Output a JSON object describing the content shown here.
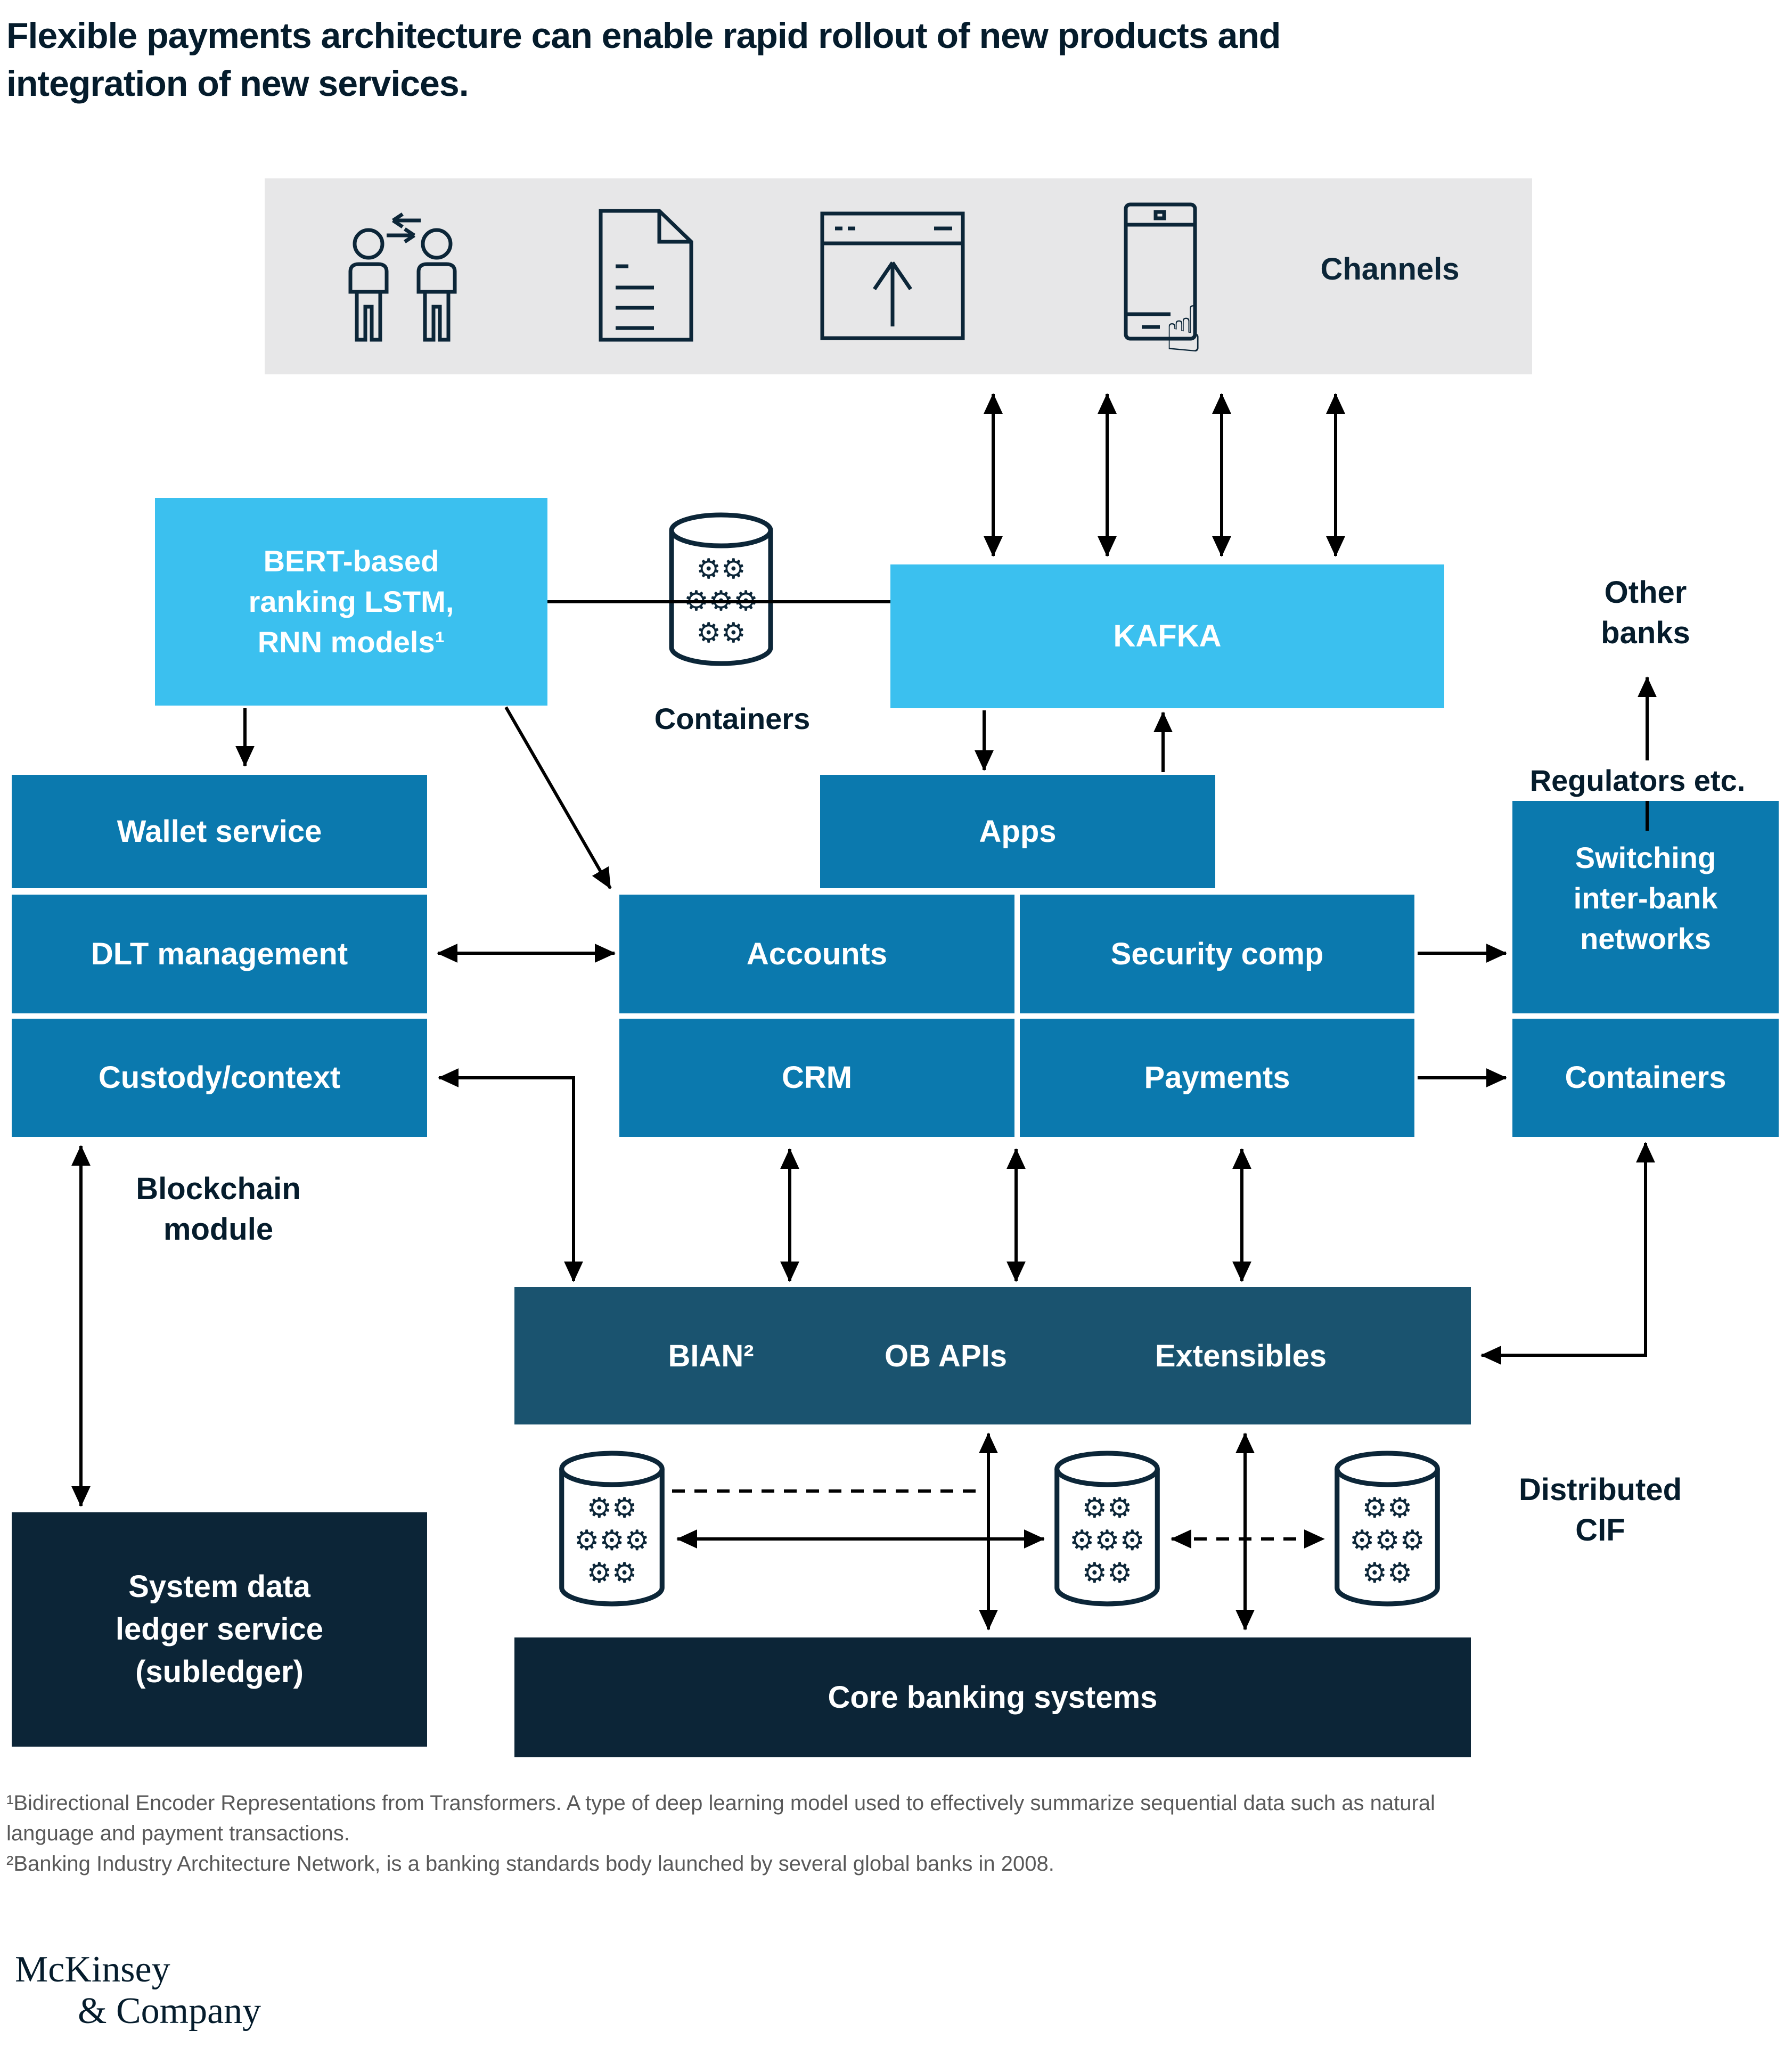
{
  "title": "Flexible payments architecture can enable rapid rollout of new products and\nintegration of new services.",
  "colors": {
    "accent_cyan": "#3bc0ef",
    "box_blue": "#0b79ae",
    "layer_teal": "#1a536f",
    "dark_navy": "#0c2537",
    "channels_bar_gray": "#e7e7e8",
    "ink": "#051c2c",
    "arrow_black": "#000000"
  },
  "channels": {
    "label": "Channels",
    "icons": [
      "people-exchange-icon",
      "document-icon",
      "browser-upload-icon",
      "mobile-touch-icon"
    ]
  },
  "boxes": {
    "bert": "BERT-based\nranking LSTM,\nRNN models¹",
    "kafka": "KAFKA",
    "containers_label": "Containers",
    "wallet": "Wallet service",
    "dlt": "DLT management",
    "custody": "Custody/context",
    "apps": "Apps",
    "accounts": "Accounts",
    "security": "Security comp",
    "crm": "CRM",
    "payments": "Payments",
    "switching": "Switching\ninter-bank\nnetworks",
    "containers_right": "Containers",
    "bian": "BIAN²",
    "ob_apis": "OB APIs",
    "extensibles": "Extensibles",
    "core": "Core banking systems",
    "ledger": "System data\nledger service\n(subledger)"
  },
  "labels": {
    "other_banks": "Other\nbanks",
    "regulators": "Regulators etc.",
    "blockchain": "Blockchain\nmodule",
    "distributed_cif": "Distributed\nCIF"
  },
  "footnotes": "¹Bidirectional Encoder Representations from Transformers. A type of deep learning model used to effectively summarize sequential data such as natural\n language and payment transactions.\n²Banking Industry Architecture Network, is a banking standards body launched by several global banks in 2008.",
  "logo": {
    "line1": "McKinsey",
    "line2": "& Company"
  }
}
